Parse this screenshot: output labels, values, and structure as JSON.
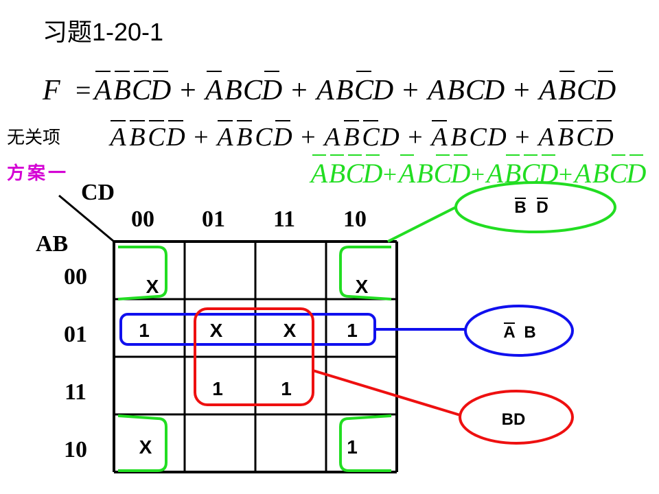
{
  "title": "习题1-20-1",
  "function_eq": {
    "lhs": "F",
    "terms": [
      {
        "letters": [
          "A",
          "B",
          "C",
          "D"
        ],
        "bars": [
          true,
          true,
          true,
          true
        ]
      },
      {
        "letters": [
          "A",
          "B",
          "C",
          "D"
        ],
        "bars": [
          true,
          false,
          false,
          true
        ]
      },
      {
        "letters": [
          "A",
          "B",
          "C",
          "D"
        ],
        "bars": [
          false,
          false,
          true,
          false
        ]
      },
      {
        "letters": [
          "A",
          "B",
          "C",
          "D"
        ],
        "bars": [
          false,
          false,
          false,
          false
        ]
      },
      {
        "letters": [
          "A",
          "B",
          "C",
          "D"
        ],
        "bars": [
          false,
          true,
          false,
          true
        ]
      }
    ]
  },
  "dont_care": {
    "label": "无关项",
    "terms": [
      {
        "letters": [
          "A",
          "B",
          "C",
          "D"
        ],
        "bars": [
          true,
          true,
          true,
          true
        ]
      },
      {
        "letters": [
          "A",
          "B",
          "C",
          "D"
        ],
        "bars": [
          true,
          true,
          false,
          true
        ]
      },
      {
        "letters": [
          "A",
          "B",
          "C",
          "D"
        ],
        "bars": [
          false,
          true,
          true,
          false
        ]
      },
      {
        "letters": [
          "A",
          "B",
          "C",
          "D"
        ],
        "bars": [
          true,
          false,
          false,
          false
        ]
      },
      {
        "letters": [
          "A",
          "B",
          "C",
          "D"
        ],
        "bars": [
          false,
          true,
          true,
          true
        ]
      }
    ]
  },
  "solution_green": {
    "terms": [
      {
        "letters": [
          "A",
          "B",
          "C",
          "D"
        ],
        "bars": [
          true,
          true,
          true,
          true
        ]
      },
      {
        "letters": [
          "A",
          "B",
          "C",
          "D"
        ],
        "bars": [
          true,
          false,
          true,
          true
        ]
      },
      {
        "letters": [
          "A",
          "B",
          "C",
          "D"
        ],
        "bars": [
          false,
          true,
          true,
          true
        ]
      },
      {
        "letters": [
          "A",
          "B",
          "C",
          "D"
        ],
        "bars": [
          false,
          false,
          true,
          true
        ]
      }
    ]
  },
  "scheme_label": "方案一",
  "kmap": {
    "cd_label": "CD",
    "ab_label": "AB",
    "col_headers": [
      "00",
      "01",
      "11",
      "10"
    ],
    "row_headers": [
      "00",
      "01",
      "11",
      "10"
    ],
    "cells": [
      [
        "X",
        "",
        "",
        "X"
      ],
      [
        "1",
        "X",
        "X",
        "1"
      ],
      [
        "",
        "1",
        "1",
        ""
      ],
      [
        "X",
        "",
        "",
        "1"
      ]
    ]
  },
  "groups": [
    {
      "id": "green",
      "color": "#22dd22",
      "label_letters": [
        "B",
        "D"
      ],
      "label_bars": [
        true,
        true
      ]
    },
    {
      "id": "blue",
      "color": "#1010ee",
      "label_letters": [
        "A",
        "B"
      ],
      "label_bars": [
        true,
        false
      ]
    },
    {
      "id": "red",
      "color": "#ee1010",
      "label_letters": [
        "B",
        "D"
      ],
      "label_bars": [
        false,
        false
      ],
      "label_text": "BD"
    }
  ]
}
